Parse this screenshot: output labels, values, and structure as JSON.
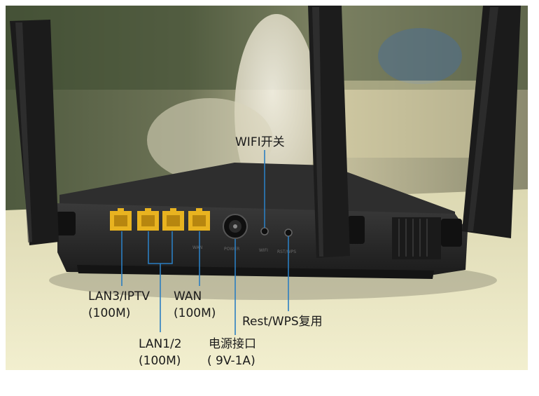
{
  "callouts": {
    "wifi_switch": "WIFI开关",
    "lan3_iptv": {
      "line1": "LAN3/IPTV",
      "line2": "(100M)"
    },
    "wan": {
      "line1": "WAN",
      "line2": "(100M)"
    },
    "reset_wps": "Rest/WPS复用",
    "lan12": {
      "line1": "LAN1/2",
      "line2": "(100M)"
    },
    "power_port": {
      "line1": "电源接口",
      "line2": "( 9V-1A)"
    }
  },
  "panel_markings": {
    "wan": "WAN",
    "power": "POWER",
    "wifi": "WIFI",
    "reset_wps": "RST/WPS"
  },
  "colors": {
    "leader_line": "#2b7ec1",
    "port_yellow": "#e8b320",
    "router_body": "#262626"
  }
}
